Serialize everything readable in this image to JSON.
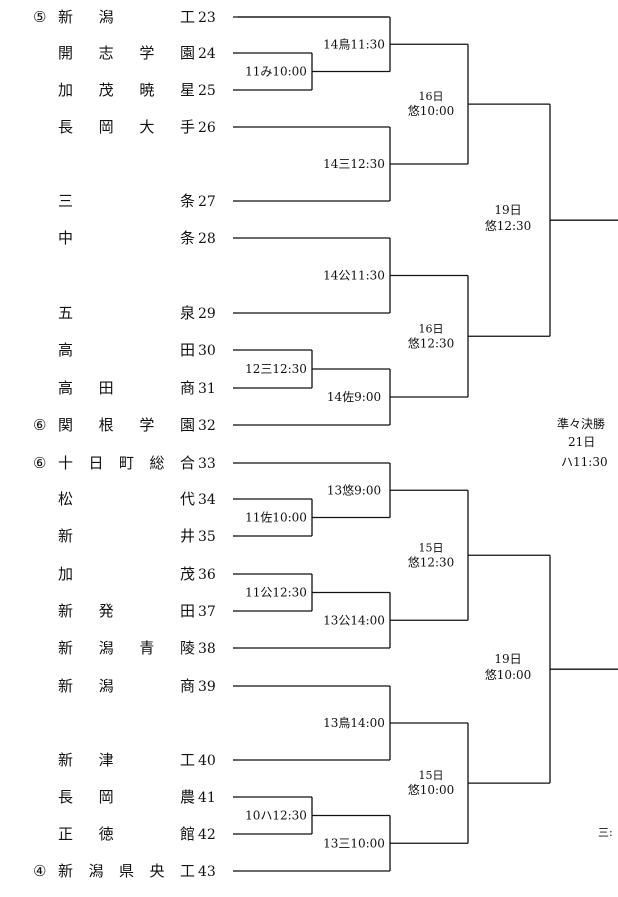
{
  "teams": [
    {
      "seed": "⑤",
      "chars": [
        "新",
        "潟",
        "",
        "工"
      ],
      "num": "23"
    },
    {
      "seed": "",
      "chars": [
        "開",
        "志",
        "学",
        "園"
      ],
      "num": "24"
    },
    {
      "seed": "",
      "chars": [
        "加",
        "茂",
        "暁",
        "星"
      ],
      "num": "25"
    },
    {
      "seed": "",
      "chars": [
        "長",
        "岡",
        "大",
        "手"
      ],
      "num": "26"
    },
    {
      "seed": "",
      "chars": [
        "三",
        "",
        "",
        "条"
      ],
      "num": "27"
    },
    {
      "seed": "",
      "chars": [
        "中",
        "",
        "",
        "条"
      ],
      "num": "28"
    },
    {
      "seed": "",
      "chars": [
        "五",
        "",
        "",
        "泉"
      ],
      "num": "29"
    },
    {
      "seed": "",
      "chars": [
        "高",
        "",
        "",
        "田"
      ],
      "num": "30"
    },
    {
      "seed": "",
      "chars": [
        "高",
        "田",
        "",
        "商"
      ],
      "num": "31"
    },
    {
      "seed": "⑥",
      "chars": [
        "関",
        "根",
        "学",
        "園"
      ],
      "num": "32"
    },
    {
      "seed": "⑥",
      "chars": [
        "十",
        "日",
        "町",
        "総",
        "合"
      ],
      "num": "33"
    },
    {
      "seed": "",
      "chars": [
        "松",
        "",
        "",
        "代"
      ],
      "num": "34"
    },
    {
      "seed": "",
      "chars": [
        "新",
        "",
        "",
        "井"
      ],
      "num": "35"
    },
    {
      "seed": "",
      "chars": [
        "加",
        "",
        "",
        "茂"
      ],
      "num": "36"
    },
    {
      "seed": "",
      "chars": [
        "新",
        "発",
        "",
        "田"
      ],
      "num": "37"
    },
    {
      "seed": "",
      "chars": [
        "新",
        "潟",
        "青",
        "陵"
      ],
      "num": "38"
    },
    {
      "seed": "",
      "chars": [
        "新",
        "潟",
        "",
        "商"
      ],
      "num": "39"
    },
    {
      "seed": "",
      "chars": [
        "新",
        "津",
        "",
        "工"
      ],
      "num": "40"
    },
    {
      "seed": "",
      "chars": [
        "長",
        "岡",
        "",
        "農"
      ],
      "num": "41"
    },
    {
      "seed": "",
      "chars": [
        "正",
        "徳",
        "",
        "館"
      ],
      "num": "42"
    },
    {
      "seed": "④",
      "chars": [
        "新",
        "潟",
        "県",
        "央",
        "工"
      ],
      "num": "43"
    }
  ],
  "round1": [
    {
      "text": "11み10:00"
    },
    {
      "text": "12三12:30"
    },
    {
      "text": "11佐10:00"
    },
    {
      "text": "11公12:30"
    },
    {
      "text": "10ハ12:30"
    }
  ],
  "round2": [
    {
      "text": "14鳥11:30"
    },
    {
      "text": "14三12:30"
    },
    {
      "text": "14公11:30"
    },
    {
      "text": "14佐9:00"
    },
    {
      "text": "13悠9:00"
    },
    {
      "text": "13公14:00"
    },
    {
      "text": "13鳥14:00"
    },
    {
      "text": "13三10:00"
    }
  ],
  "round3": [
    {
      "line1": "16日",
      "line2": "悠10:00"
    },
    {
      "line1": "16日",
      "line2": "悠12:30"
    },
    {
      "line1": "15日",
      "line2": "悠12:30"
    },
    {
      "line1": "15日",
      "line2": "悠10:00"
    }
  ],
  "round4": [
    {
      "line1": "19日",
      "line2": "悠12:30"
    },
    {
      "line1": "19日",
      "line2": "悠10:00"
    }
  ],
  "quarterfinal": {
    "line1": "準々決勝",
    "line2": "21日",
    "line3": "ハ11:30"
  },
  "cutoff_text": "三:"
}
